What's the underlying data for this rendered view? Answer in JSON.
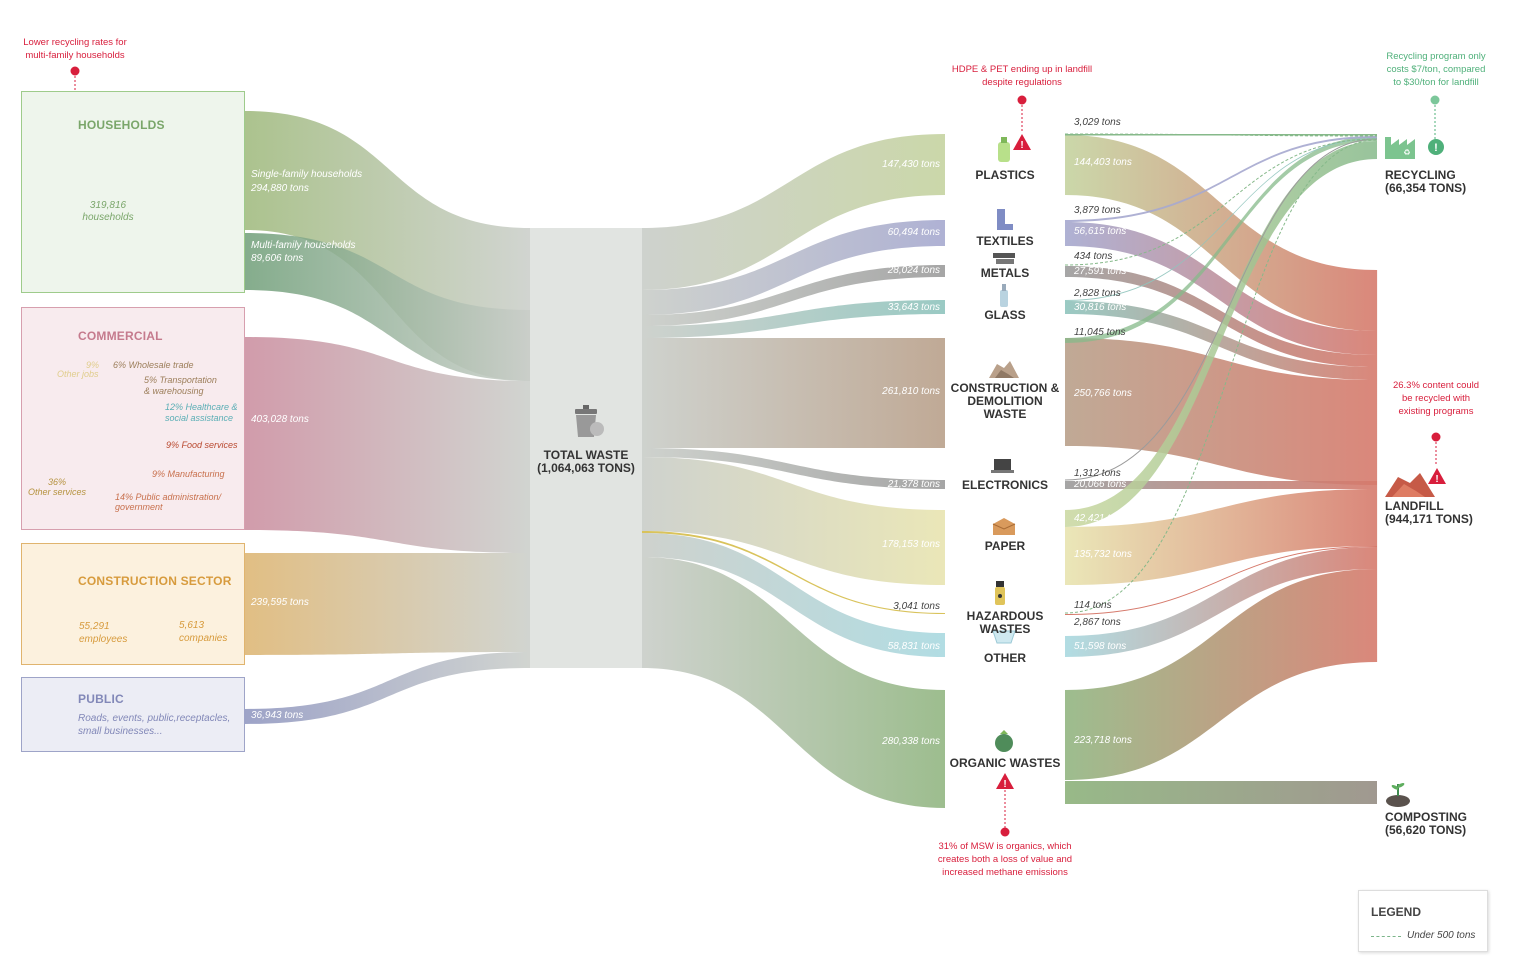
{
  "sources": {
    "households": {
      "title": "HOUSEHOLDS",
      "count": "319,816",
      "count_label": "households",
      "single_label": "Single-family households",
      "single_value": "294,880 tons",
      "multi_label": "Multi-family households",
      "multi_value": "89,606 tons",
      "note": [
        "Lower recycling rates for",
        "multi-family households"
      ]
    },
    "commercial": {
      "title": "COMMERCIAL",
      "value": "403,028 tons",
      "donut": [
        {
          "label": "6% Wholesale trade",
          "pct": 6,
          "color": "#b59a74"
        },
        {
          "label": "5% Transportation & warehousing",
          "pct": 5,
          "color": "#a9aeb3"
        },
        {
          "label": "12% Healthcare & social assistance",
          "pct": 12,
          "color": "#7cc0c5"
        },
        {
          "label": "9% Food services",
          "pct": 9,
          "color": "#c95a45"
        },
        {
          "label": "9% Manufacturing",
          "pct": 9,
          "color": "#d47f5e"
        },
        {
          "label": "14% Public administration/ government",
          "pct": 14,
          "color": "#d4844f"
        },
        {
          "label": "36% Other services",
          "pct": 36,
          "color": "#c9a85a"
        },
        {
          "label": "9% Other jobs",
          "pct": 9,
          "color": "#e6d394"
        }
      ],
      "labels": {
        "wholesale": "6% Wholesale trade",
        "transport1": "5% Transportation",
        "transport2": "& warehousing",
        "health1": "12% Healthcare &",
        "health2": "social assistance",
        "food": "9% Food services",
        "manuf": "9% Manufacturing",
        "public1": "14% Public administration/",
        "public2": "government",
        "other_pct": "36%",
        "other_services": "Other services",
        "jobs_pct": "9%",
        "jobs": "Other jobs"
      }
    },
    "construction": {
      "title": "CONSTRUCTION SECTOR",
      "value": "239,595 tons",
      "employees": "55,291",
      "employees_label": "employees",
      "companies": "5,613",
      "companies_label": "companies"
    },
    "public": {
      "title": "PUBLIC",
      "value": "36,943 tons",
      "desc1": "Roads, events, public,receptacles,",
      "desc2": "small businesses..."
    }
  },
  "total": {
    "label": "TOTAL WASTE",
    "value": "(1,064,063 TONS)"
  },
  "materials": {
    "plastics": {
      "label": "PLASTICS",
      "in": "147,430 tons",
      "recycle": "3,029 tons",
      "landfill": "144,403 tons"
    },
    "textiles": {
      "label": "TEXTILES",
      "in": "60,494 tons",
      "recycle": "3,879 tons",
      "landfill": "56,615 tons"
    },
    "metals": {
      "label": "METALS",
      "in": "28,024 tons",
      "recycle": "434 tons",
      "landfill": "27,591 tons"
    },
    "glass": {
      "label": "GLASS",
      "in": "33,643 tons",
      "recycle": "2,828 tons",
      "landfill": "30,816 tons"
    },
    "cd": {
      "label1": "CONSTRUCTION &",
      "label2": "DEMOLITION WASTE",
      "in": "261,810 tons",
      "recycle": "11,045 tons",
      "landfill": "250,766 tons"
    },
    "electronics": {
      "label": "ELECTRONICS",
      "in": "21,378 tons",
      "recycle": "1,312 tons",
      "landfill": "20,066 tons"
    },
    "paper": {
      "label": "PAPER",
      "in": "178,153 tons",
      "recycle": "42,421 tons",
      "landfill": "135,732 tons"
    },
    "hazardous": {
      "label": "HAZARDOUS WASTES",
      "in": "3,041 tons",
      "recycle": "114 tons",
      "landfill": "2,867 tons"
    },
    "other": {
      "label": "OTHER",
      "in": "58,831 tons",
      "landfill": "51,598 tons"
    },
    "organic": {
      "label": "ORGANIC WASTES",
      "in": "280,338 tons",
      "landfill": "223,718 tons"
    }
  },
  "destinations": {
    "recycling": {
      "label": "RECYCLING",
      "value": "(66,354 TONS)"
    },
    "landfill": {
      "label": "LANDFILL",
      "value": "(944,171 TONS)"
    },
    "composting": {
      "label": "COMPOSTING",
      "value": "(56,620 TONS)"
    }
  },
  "notes": {
    "hdpe": [
      "HDPE & PET ending up in landfill",
      "despite regulations"
    ],
    "recycling_cost": [
      "Recycling program only",
      "costs $7/ton, compared",
      "to $30/ton for landfill"
    ],
    "landfill_content": [
      "26.3% content could",
      "be recycled with",
      "existing programs"
    ],
    "organics": [
      "31% of MSW is organics, which",
      "creates both a loss of value and",
      "increased methane emissions"
    ]
  },
  "legend": {
    "title": "LEGEND",
    "item": "Under 500 tons"
  },
  "colors": {
    "households": "#9db87a",
    "multi": "#6f9e78",
    "commercial": "#c98a9c",
    "construction": "#dcb36e",
    "public": "#8c93be",
    "total": "#c9cdc8",
    "plastics": "#c5d3a0",
    "textiles": "#a6a9cf",
    "metals": "#9c9c9c",
    "glass": "#8fc4bd",
    "cd": "#b9a08a",
    "electronics": "#9b9b9b",
    "paper": "#e8e4b0",
    "hazardous": "#d9c35c",
    "other": "#a9d9e0",
    "organic": "#92b682",
    "landfill": "#d67a6c",
    "recycling": "#86b98a",
    "composting": "#9b938a",
    "alert": "#d81e3c"
  }
}
